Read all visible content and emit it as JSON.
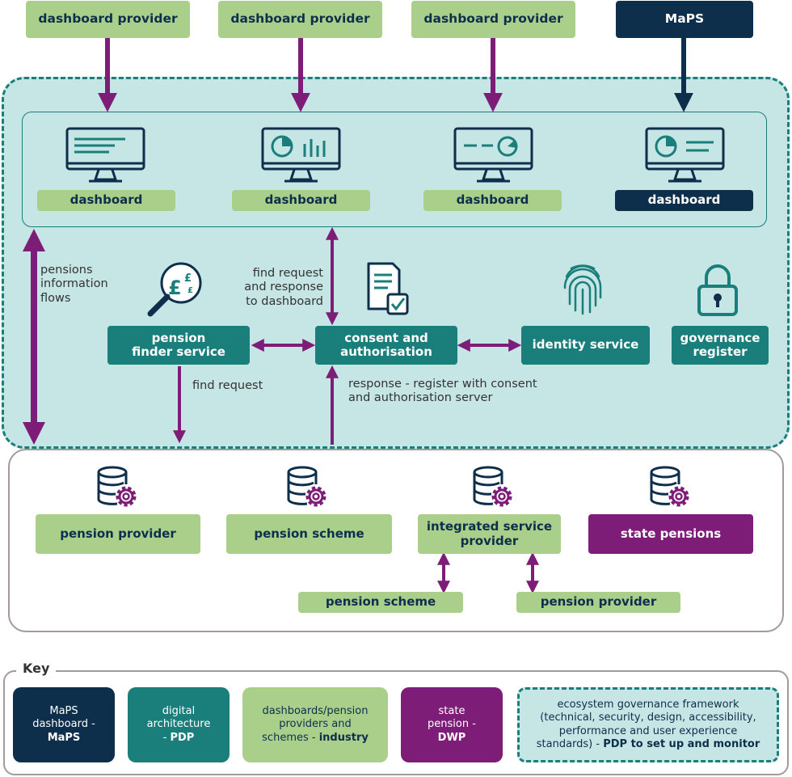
{
  "providers": [
    {
      "label": "dashboard provider"
    },
    {
      "label": "dashboard provider"
    },
    {
      "label": "dashboard provider"
    },
    {
      "label": "MaPS"
    }
  ],
  "dashboards": [
    {
      "label": "dashboard"
    },
    {
      "label": "dashboard"
    },
    {
      "label": "dashboard"
    },
    {
      "label": "dashboard"
    }
  ],
  "flows": {
    "pensions_info": [
      "pensions",
      "information",
      "flows"
    ],
    "find_request_response": [
      "find request",
      "and response",
      "to dashboard"
    ],
    "find_request": "find request",
    "response_register": [
      "response - register with consent",
      "and authorisation server"
    ]
  },
  "services": {
    "finder": [
      "pension",
      "finder service"
    ],
    "consent": [
      "consent and",
      "authorisation"
    ],
    "identity": "identity service",
    "governance": [
      "governance",
      "register"
    ]
  },
  "bottom": {
    "pension_provider": "pension provider",
    "pension_scheme": "pension scheme",
    "integrated": [
      "integrated service",
      "provider"
    ],
    "state_pensions": "state pensions",
    "sub_scheme": "pension scheme",
    "sub_provider": "pension provider"
  },
  "key": {
    "title": "Key",
    "maps": {
      "line1": "MaPS",
      "line2": "dashboard -",
      "bold": "MaPS"
    },
    "digital": {
      "line1": "digital",
      "line2": "architecture",
      "prefix": "- ",
      "bold": "PDP"
    },
    "industry": {
      "line1": "dashboards/pension",
      "line2": "providers and",
      "line3": "schemes - ",
      "bold": "industry"
    },
    "state": {
      "line1": "state",
      "line2": "pension -",
      "bold": "DWP"
    },
    "governance": {
      "line1": "ecosystem governance framework",
      "line2": "(technical, security, design, accessibility,",
      "line3": "performance and user experience",
      "line4": "standards) - ",
      "bold": "PDP to set up and monitor"
    }
  },
  "colors": {
    "green": "#a9cf8b",
    "navy": "#0e2f4c",
    "teal": "#1a7e7a",
    "purple": "#7e1d78",
    "panel": "#c6e5e5",
    "dash_border": "#1a7e7a"
  }
}
